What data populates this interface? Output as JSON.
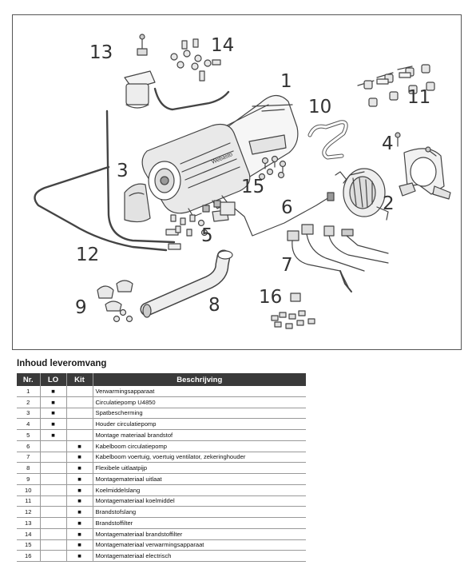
{
  "figure": {
    "callouts": [
      "1",
      "2",
      "3",
      "4",
      "5",
      "6",
      "7",
      "8",
      "9",
      "10",
      "11",
      "12",
      "13",
      "14",
      "15",
      "16"
    ],
    "brand_text": "Webasto"
  },
  "section_title": "Inhoud leveromvang",
  "table": {
    "headers": [
      "Nr.",
      "LO",
      "Kit",
      "Beschrijving"
    ],
    "rows": [
      {
        "nr": "1",
        "lo": "■",
        "kit": "",
        "desc": "Verwarmingsapparaat"
      },
      {
        "nr": "2",
        "lo": "■",
        "kit": "",
        "desc": "Circulatiepomp U4850"
      },
      {
        "nr": "3",
        "lo": "■",
        "kit": "",
        "desc": "Spatbescherming"
      },
      {
        "nr": "4",
        "lo": "■",
        "kit": "",
        "desc": "Houder circulatiepomp"
      },
      {
        "nr": "5",
        "lo": "■",
        "kit": "",
        "desc": "Montage materiaal brandstof"
      },
      {
        "nr": "6",
        "lo": "",
        "kit": "■",
        "desc": "Kabelboom circulatiepomp"
      },
      {
        "nr": "7",
        "lo": "",
        "kit": "■",
        "desc": "Kabelboom voertuig, voertuig ventilator, zekeringhouder"
      },
      {
        "nr": "8",
        "lo": "",
        "kit": "■",
        "desc": "Flexibele uitlaatpijp"
      },
      {
        "nr": "9",
        "lo": "",
        "kit": "■",
        "desc": "Montagemateriaal uitlaat"
      },
      {
        "nr": "10",
        "lo": "",
        "kit": "■",
        "desc": "Koelmiddelslang"
      },
      {
        "nr": "11",
        "lo": "",
        "kit": "■",
        "desc": "Montagemateriaal koelmiddel"
      },
      {
        "nr": "12",
        "lo": "",
        "kit": "■",
        "desc": "Brandstofslang"
      },
      {
        "nr": "13",
        "lo": "",
        "kit": "■",
        "desc": "Brandstoffilter"
      },
      {
        "nr": "14",
        "lo": "",
        "kit": "■",
        "desc": "Montagemateriaal brandstoffilter"
      },
      {
        "nr": "15",
        "lo": "",
        "kit": "■",
        "desc": "Montagemateriaal verwarmingsapparaat"
      },
      {
        "nr": "16",
        "lo": "",
        "kit": "■",
        "desc": "Montagemateriaal electrisch"
      }
    ]
  }
}
